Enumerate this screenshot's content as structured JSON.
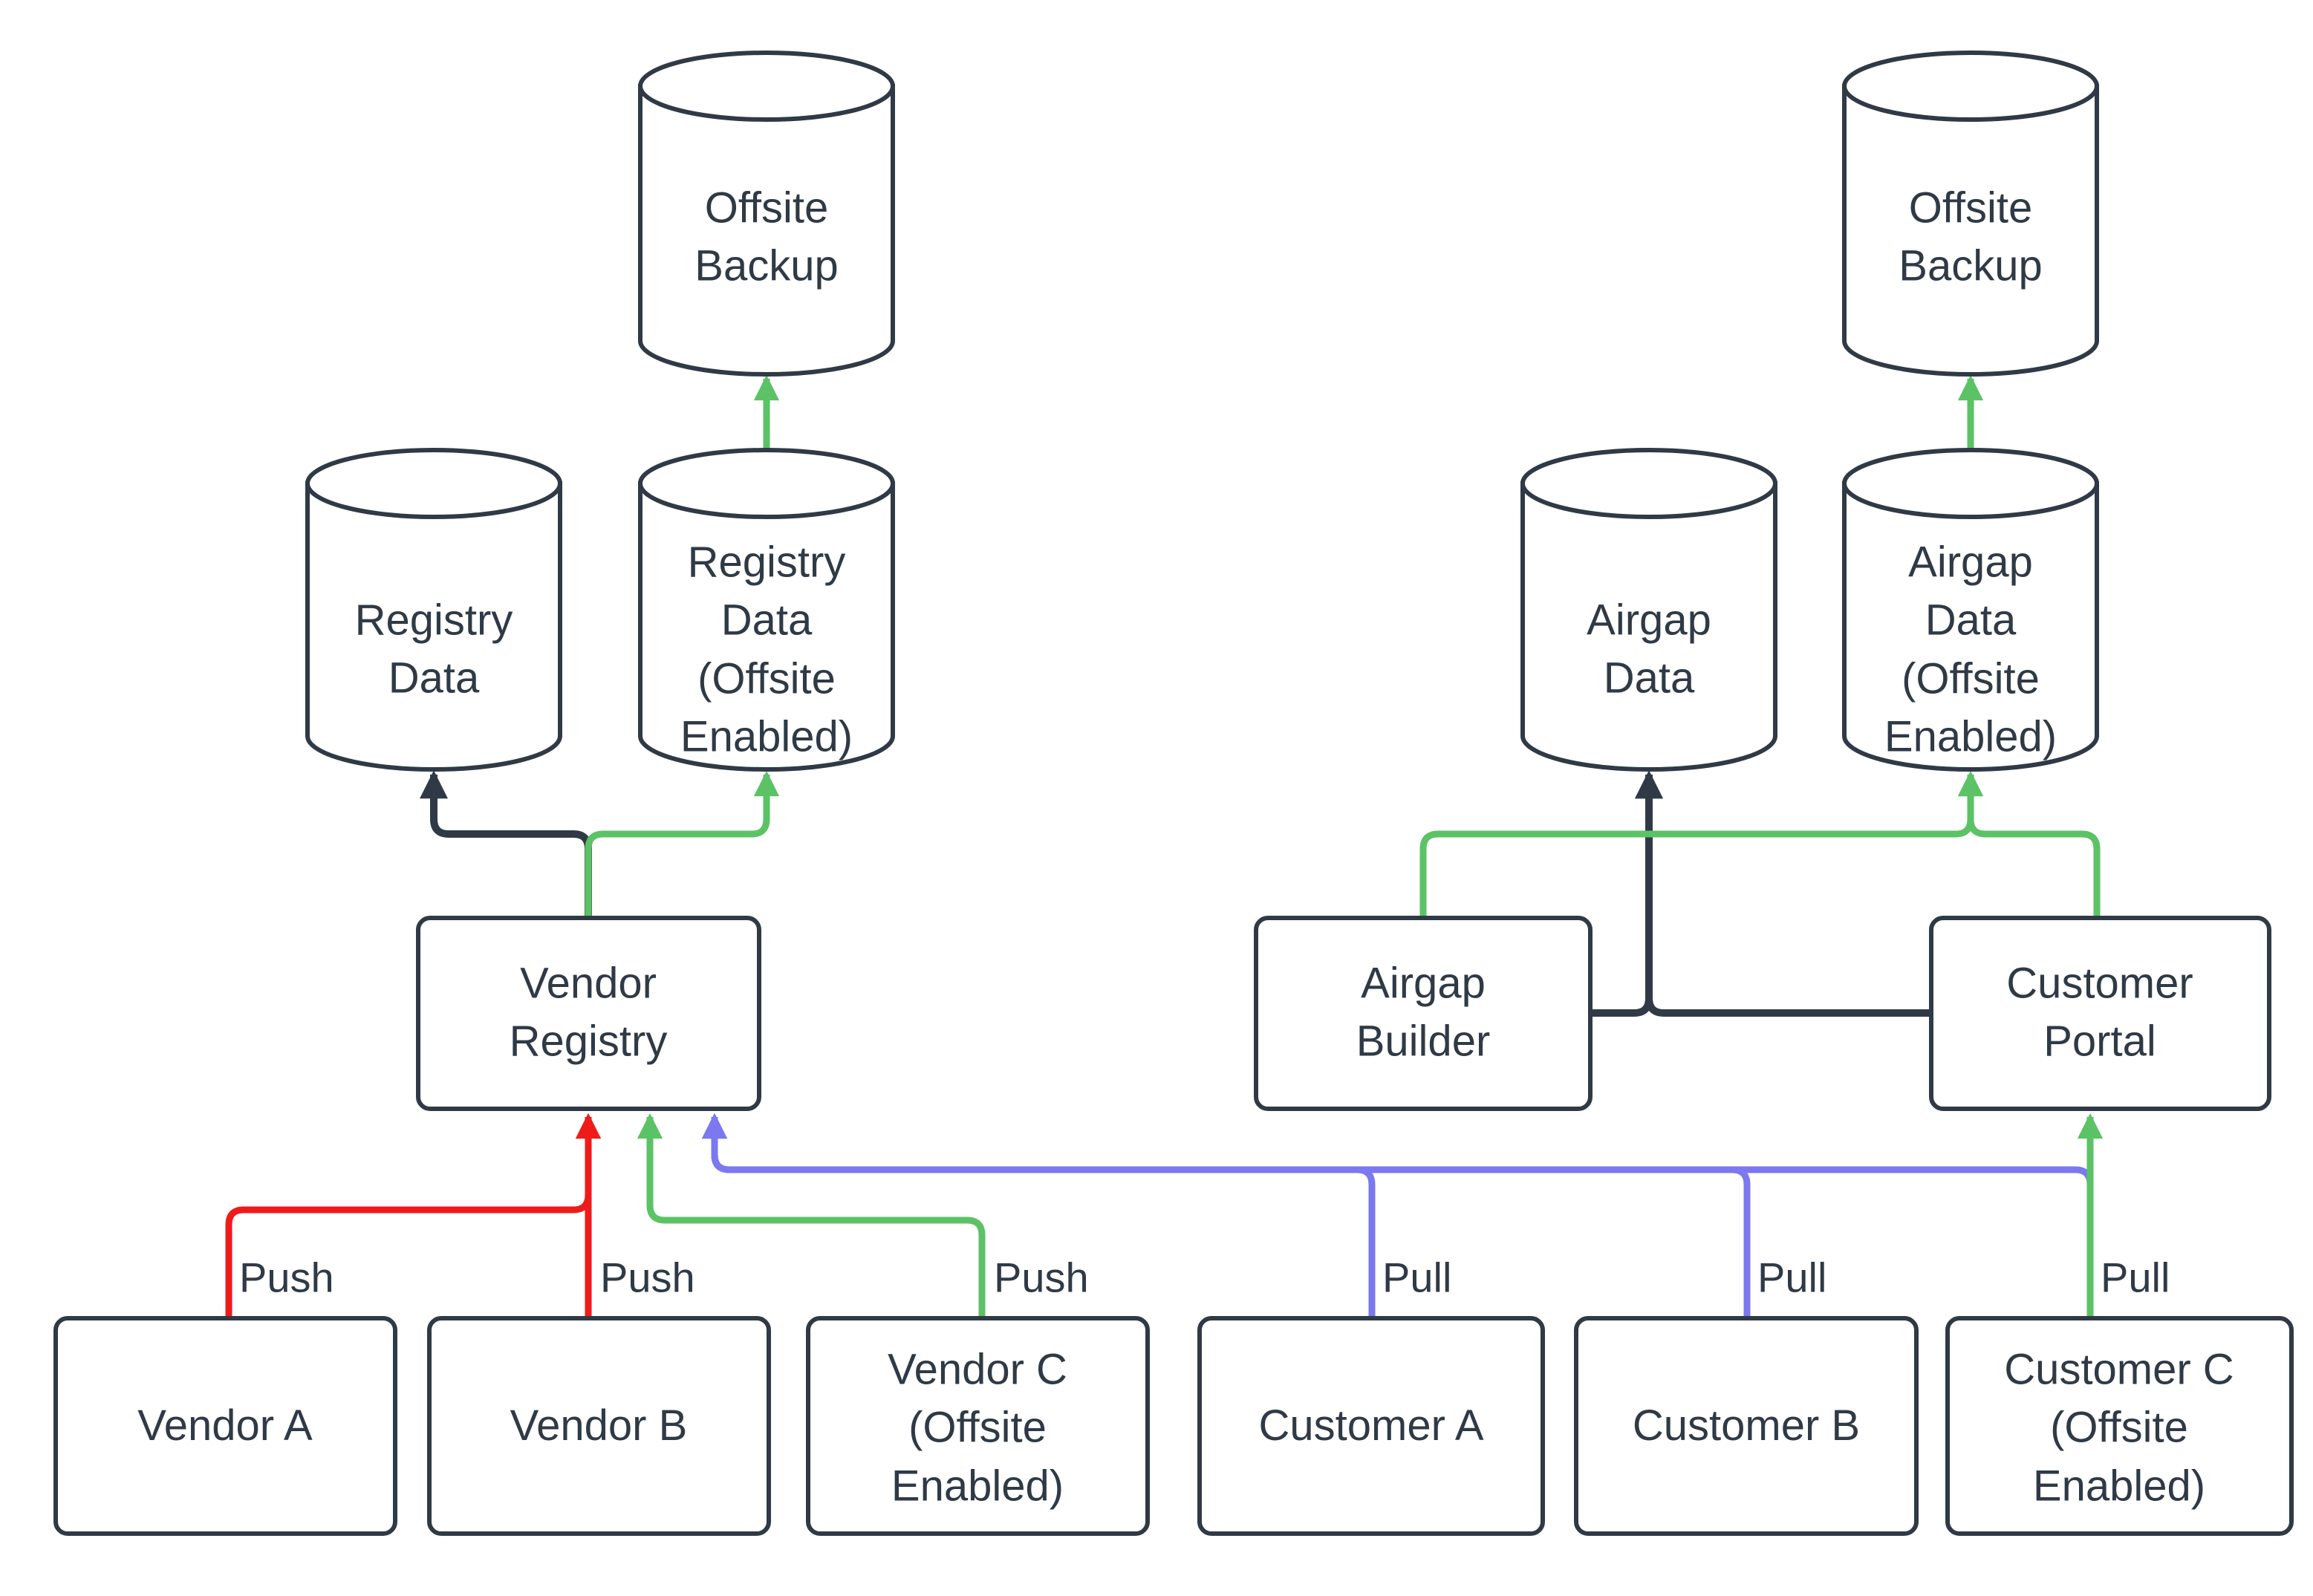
{
  "diagram": {
    "type": "flowchart",
    "background": "#ffffff",
    "colors": {
      "stroke_dark": "#2f3a46",
      "edge_green": "#5cc266",
      "edge_red": "#ef1a1a",
      "edge_blue": "#7b78f0",
      "node_fill": "#ffffff"
    },
    "nodes": {
      "offsite_backup_left": {
        "label": "Offsite Backup",
        "shape": "cylinder"
      },
      "registry_data": {
        "label": "Registry Data",
        "shape": "cylinder"
      },
      "registry_data_offsite": {
        "label": "Registry Data (Offsite Enabled)",
        "shape": "cylinder"
      },
      "airgap_data": {
        "label": "Airgap Data",
        "shape": "cylinder"
      },
      "airgap_data_offsite": {
        "label": "Airgap Data (Offsite Enabled)",
        "shape": "cylinder"
      },
      "offsite_backup_right": {
        "label": "Offsite Backup",
        "shape": "cylinder"
      },
      "vendor_registry": {
        "label": "Vendor Registry",
        "shape": "rect"
      },
      "airgap_builder": {
        "label": "Airgap Builder",
        "shape": "rect"
      },
      "customer_portal": {
        "label": "Customer Portal",
        "shape": "rect"
      },
      "vendor_a": {
        "label": "Vendor A",
        "shape": "rect"
      },
      "vendor_b": {
        "label": "Vendor B",
        "shape": "rect"
      },
      "vendor_c": {
        "label": "Vendor C (Offsite Enabled)",
        "shape": "rect"
      },
      "customer_a": {
        "label": "Customer A",
        "shape": "rect"
      },
      "customer_b": {
        "label": "Customer B",
        "shape": "rect"
      },
      "customer_c": {
        "label": "Customer C (Offsite Enabled)",
        "shape": "rect"
      }
    },
    "edge_labels": {
      "push_a": "Push",
      "push_b": "Push",
      "push_c": "Push",
      "pull_a": "Pull",
      "pull_b": "Pull",
      "pull_c": "Pull"
    },
    "edges": [
      {
        "from": "Vendor Registry",
        "to": "Registry Data",
        "color": "dark",
        "label": ""
      },
      {
        "from": "Vendor Registry",
        "to": "Registry Data (Offsite Enabled)",
        "color": "green",
        "label": ""
      },
      {
        "from": "Registry Data (Offsite Enabled)",
        "to": "Offsite Backup",
        "color": "green",
        "label": ""
      },
      {
        "from": "Airgap Builder",
        "to": "Airgap Data",
        "color": "dark",
        "label": ""
      },
      {
        "from": "Customer Portal",
        "to": "Airgap Data",
        "color": "dark",
        "label": ""
      },
      {
        "from": "Airgap Builder",
        "to": "Airgap Data (Offsite Enabled)",
        "color": "green",
        "label": ""
      },
      {
        "from": "Customer Portal",
        "to": "Airgap Data (Offsite Enabled)",
        "color": "green",
        "label": ""
      },
      {
        "from": "Airgap Data (Offsite Enabled)",
        "to": "Offsite Backup",
        "color": "green",
        "label": ""
      },
      {
        "from": "Vendor A",
        "to": "Vendor Registry",
        "color": "red",
        "label": "Push"
      },
      {
        "from": "Vendor B",
        "to": "Vendor Registry",
        "color": "red",
        "label": "Push"
      },
      {
        "from": "Vendor C (Offsite Enabled)",
        "to": "Vendor Registry",
        "color": "green",
        "label": "Push"
      },
      {
        "from": "Customer A",
        "to": "Vendor Registry",
        "color": "blue",
        "label": "Pull"
      },
      {
        "from": "Customer B",
        "to": "Vendor Registry",
        "color": "blue",
        "label": "Pull"
      },
      {
        "from": "Customer C (Offsite Enabled)",
        "to": "Vendor Registry",
        "color": "blue",
        "label": ""
      },
      {
        "from": "Customer C (Offsite Enabled)",
        "to": "Customer Portal",
        "color": "green",
        "label": "Pull"
      }
    ]
  }
}
